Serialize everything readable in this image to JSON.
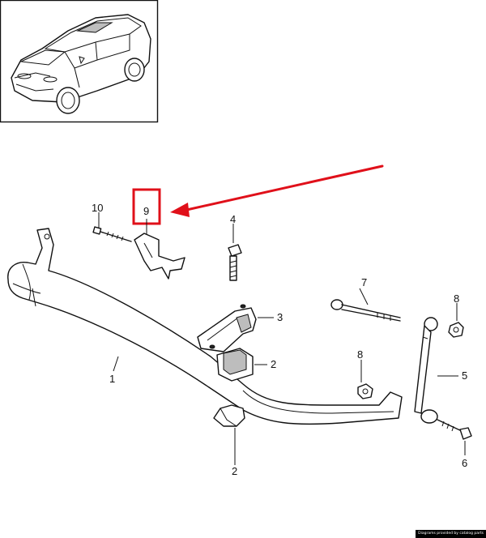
{
  "callouts": {
    "c1": "1",
    "c2a": "2",
    "c2b": "2",
    "c3": "3",
    "c4": "4",
    "c5": "5",
    "c6": "6",
    "c7": "7",
    "c8a": "8",
    "c8b": "8",
    "c9": "9",
    "c10": "10"
  },
  "footer": {
    "credit": "Diagrams provided by catalog parts"
  },
  "colors": {
    "highlight": "#e0101a",
    "line": "#111111",
    "background": "#ffffff"
  }
}
